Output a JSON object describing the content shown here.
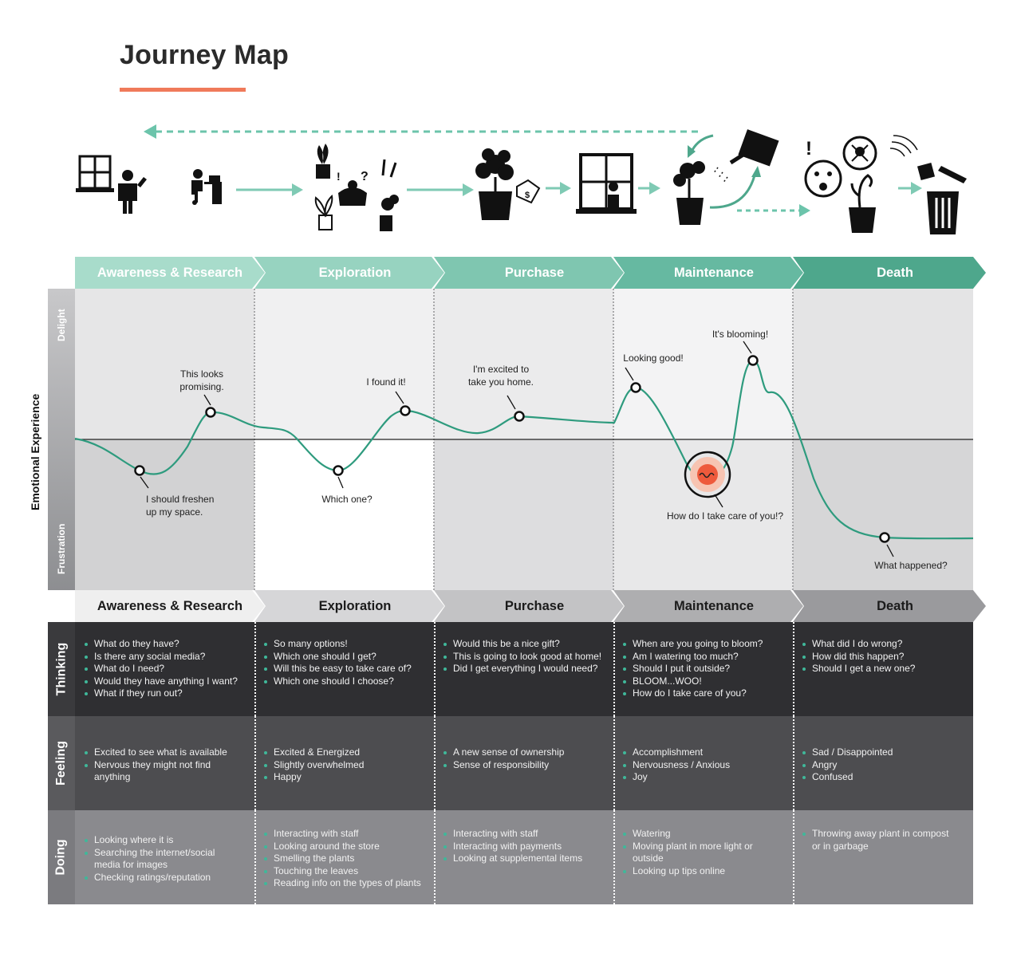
{
  "title": "Journey Map",
  "colors": {
    "accent": "#f07a5a",
    "teal": "#3fa887",
    "phase_top": [
      "#a8dccb",
      "#97d3c0",
      "#7fc6b0",
      "#66b9a1",
      "#4ea78c"
    ],
    "phase_bottom": [
      "#efefef",
      "#d6d6d8",
      "#c3c3c5",
      "#aeaeb0",
      "#9a9a9d"
    ]
  },
  "phases": [
    "Awareness & Research",
    "Exploration",
    "Purchase",
    "Maintenance",
    "Death"
  ],
  "y_axis": {
    "title": "Emotional Experience",
    "top": "Delight",
    "bottom": "Frustration"
  },
  "curve_labels": [
    "This looks promising.",
    "I should freshen up my space.",
    "I found it!",
    "Which one?",
    "I'm excited to take you home.",
    "Looking good!",
    "It's blooming!",
    "How do I take care of you!?",
    "What happened?"
  ],
  "rows": [
    {
      "label": "Thinking",
      "cells": [
        [
          "What do they have?",
          "Is there any social media?",
          "What do I need?",
          "Would they have anything I want?",
          "What if they run out?"
        ],
        [
          "So many options!",
          "Which one should I get?",
          "Will this be easy to take care of?",
          "Which one should I choose?"
        ],
        [
          "Would this be a nice gift?",
          "This is going to look good at home!",
          "Did I get everything I would need?"
        ],
        [
          "When are you going to bloom?",
          "Am I watering too much?",
          "Should I put it outside?",
          "BLOOM...WOO!",
          "How do I take care of you?"
        ],
        [
          "What did I do wrong?",
          "How did this happen?",
          "Should I get a new one?"
        ]
      ]
    },
    {
      "label": "Feeling",
      "cells": [
        [
          "Excited to see what is available",
          "Nervous they might not find anything"
        ],
        [
          "Excited & Energized",
          "Slightly overwhelmed",
          "Happy"
        ],
        [
          "A new sense of ownership",
          "Sense of responsibility"
        ],
        [
          "Accomplishment",
          "Nervousness / Anxious",
          "Joy"
        ],
        [
          "Sad / Disappointed",
          "Angry",
          "Confused"
        ]
      ]
    },
    {
      "label": "Doing",
      "cells": [
        [
          "Looking where it is",
          "Searching the internet/social media for images",
          "Checking ratings/reputation"
        ],
        [
          "Interacting with staff",
          "Looking around the store",
          "Smelling the plants",
          "Touching the leaves",
          "Reading info on the types of plants"
        ],
        [
          "Interacting with staff",
          "Interacting with payments",
          "Looking at supplemental items"
        ],
        [
          "Watering",
          "Moving plant in more light or outside",
          "Looking up tips online"
        ],
        [
          "Throwing away plant in compost or in garbage"
        ]
      ]
    }
  ]
}
